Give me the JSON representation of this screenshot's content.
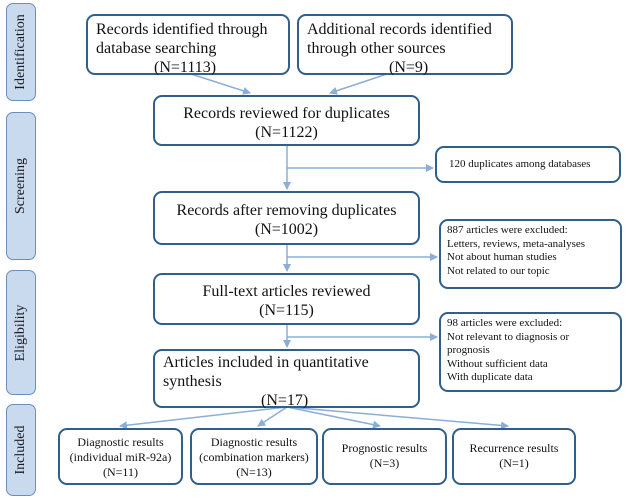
{
  "stages": {
    "identification": "Identification",
    "screening": "Screening",
    "eligibility": "Eligibility",
    "included": "Included"
  },
  "records_db": {
    "line1": "Records identified through",
    "line2": "database searching",
    "count": "(N=1113)"
  },
  "records_other": {
    "line1": "Additional records identified",
    "line2": "through other sources",
    "count": "(N=9)"
  },
  "reviewed_duplicates": {
    "line1": "Records reviewed for duplicates",
    "count": "(N=1122)"
  },
  "duplicates_note": "120 duplicates among databases",
  "after_duplicates": {
    "line1": "Records after removing duplicates",
    "count": "(N=1002)"
  },
  "excluded_887": {
    "title": "887 articles were excluded:",
    "reasons": [
      "Letters, reviews, meta-analyses",
      "Not about human studies",
      "Not related to our topic"
    ]
  },
  "full_text": {
    "line1": "Full-text articles reviewed",
    "count": "(N=115)"
  },
  "excluded_98": {
    "title": "98 articles were excluded:",
    "reasons": [
      "Not relevant to diagnosis or",
      "prognosis",
      "Without sufficient data",
      "With duplicate data"
    ]
  },
  "included_quant": {
    "line1": "Articles included in quantitative",
    "line2": "synthesis",
    "count": "(N=17)"
  },
  "outcomes": [
    {
      "line1": "Diagnostic results",
      "line2": "(individual miR-92a)",
      "count": "(N=11)"
    },
    {
      "line1": "Diagnostic results",
      "line2": "(combination markers)",
      "count": "(N=13)"
    },
    {
      "line1": "Prognostic results",
      "line2": "",
      "count": "(N=3)"
    },
    {
      "line1": "Recurrence results",
      "line2": "",
      "count": "(N=1)"
    }
  ],
  "colors": {
    "box_border": "#2f5f8a",
    "stage_fill": "#c9d9ee",
    "arrow": "#8aaed8"
  }
}
